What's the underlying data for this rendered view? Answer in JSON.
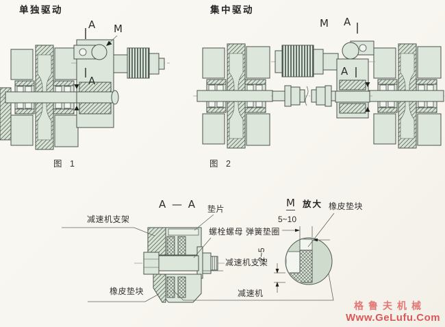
{
  "colors": {
    "part_fill": "#dce6da",
    "outline": "#49534c",
    "paper": "#f8f6f0",
    "watermark_red": "#d84848"
  },
  "figure1": {
    "title": "单独驱动",
    "caption": "图 1",
    "label_a_top": "A",
    "label_m": "M",
    "label_a_bottom": "A"
  },
  "figure2": {
    "title": "集中驱动",
    "caption": "图 2",
    "label_m": "M",
    "label_a_top": "A",
    "label_a_bottom": "A"
  },
  "section_aa": {
    "title": "A — A",
    "labels": {
      "bracket_left": "减速机支架",
      "shim": "垫片",
      "bolt_nut_washer": "螺栓螺母 弹簧垫圈",
      "bracket_right": "减速机支架",
      "rubber_pad": "橡皮垫块",
      "reducer": "减速机"
    }
  },
  "detail_m": {
    "title": "M",
    "suffix": "放大",
    "rubber_pad": "橡皮垫块",
    "dim_width": "5~10",
    "dim_thickness": "2~5"
  },
  "watermark": {
    "brand": "格鲁夫机械",
    "site": "Www.GeLufu.Com"
  }
}
